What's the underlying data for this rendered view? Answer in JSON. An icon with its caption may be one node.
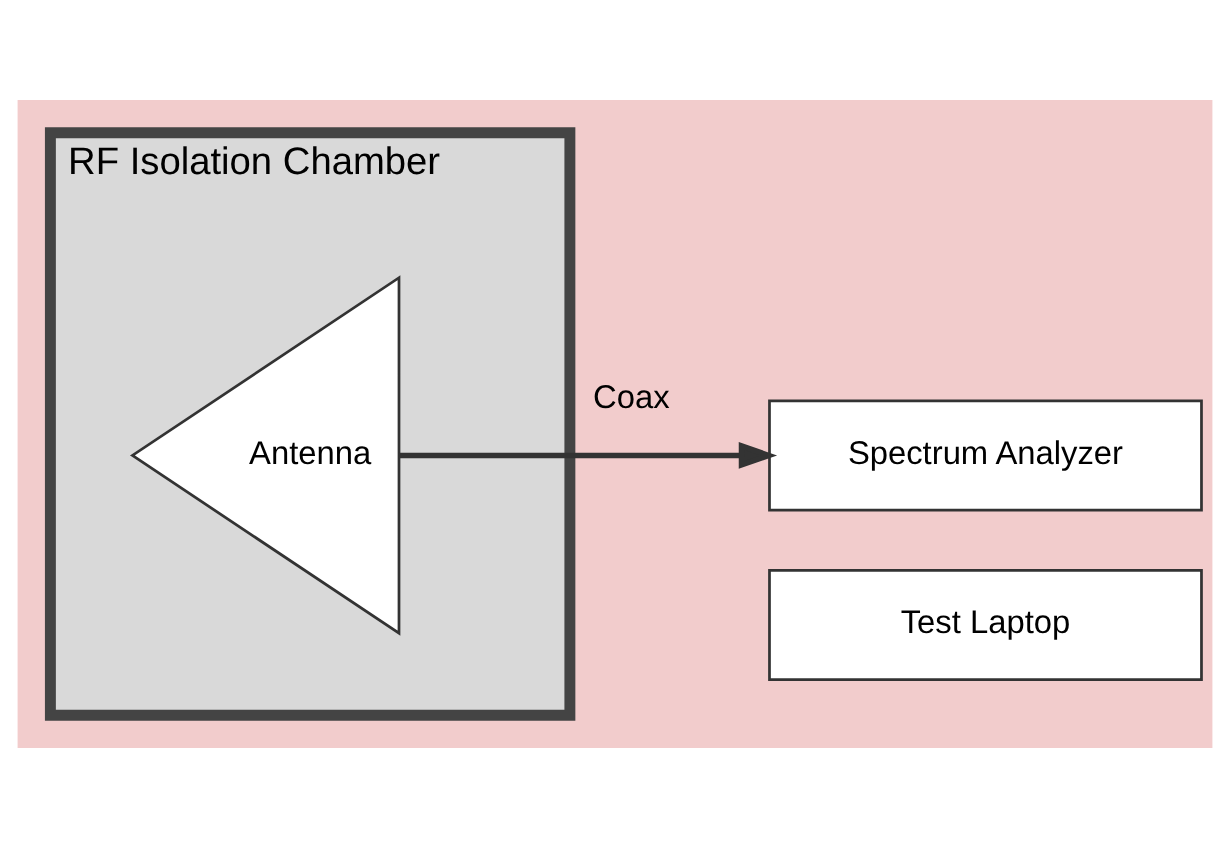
{
  "diagram": {
    "nodes": [
      {
        "text": [
          "RF Isolation Chamber"
        ]
      },
      {
        "text": [
          "Antenna"
        ],
        "in": 0
      },
      {
        "text": [
          "Spectrum Analyzer"
        ]
      },
      {
        "text": [
          "Test Laptop"
        ]
      }
    ],
    "edges": [
      {
        "from": 1,
        "to": 2,
        "arrow": "to",
        "label": "Coax"
      }
    ]
  }
}
